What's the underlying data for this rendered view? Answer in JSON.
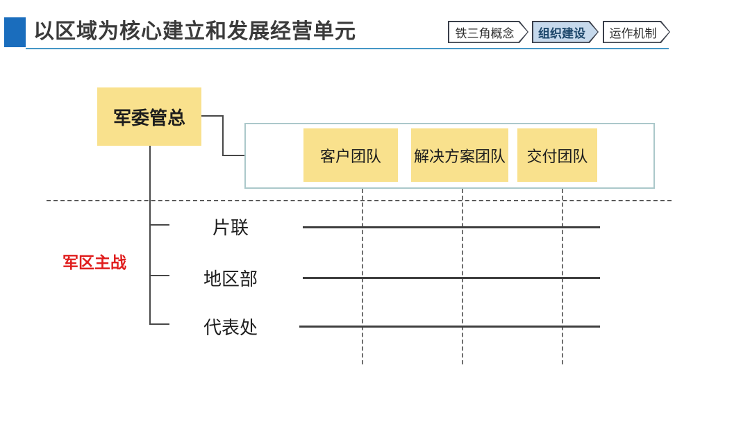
{
  "header": {
    "title": "以区域为核心建立和发展经营单元",
    "nav": [
      {
        "label": "铁三角概念",
        "active": false
      },
      {
        "label": "组织建设",
        "active": true
      },
      {
        "label": "运作机制",
        "active": false
      }
    ]
  },
  "diagram": {
    "top_box": "军委管总",
    "teams": [
      "客户团队",
      "解决方案团队",
      "交付团队"
    ],
    "left_label": "军区主战",
    "rows": [
      "片联",
      "地区部",
      "代表处"
    ]
  },
  "colors": {
    "accent_blue": "#1a6dbd",
    "underline_blue": "#4596c6",
    "active_tab_fill": "#c6d9ec",
    "active_tab_text": "#1c4669",
    "box_yellow": "#f9e18d",
    "container_border": "#abc8ca",
    "warzone_red": "#e01e1e",
    "line_dark": "#474747"
  }
}
